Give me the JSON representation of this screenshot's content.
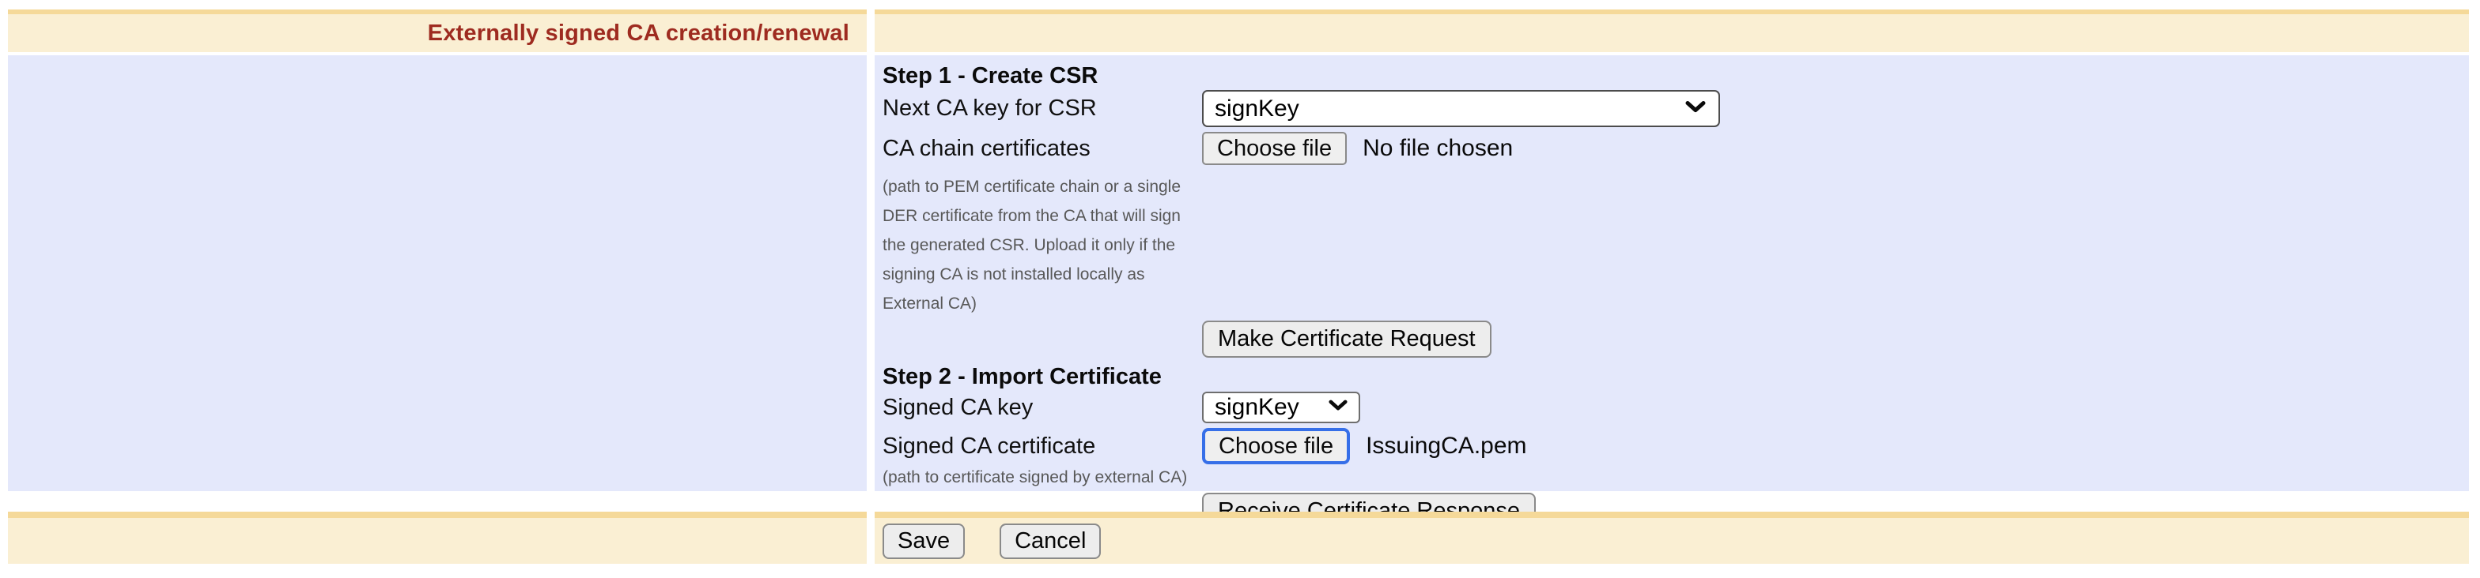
{
  "header": {
    "title": "Externally signed CA creation/renewal"
  },
  "step1": {
    "heading": "Step 1 - Create CSR",
    "next_ca_key_label": "Next CA key for CSR",
    "next_ca_key_value": "signKey",
    "ca_chain_label": "CA chain certificates",
    "choose_file_label": "Choose file",
    "file_status": "No file chosen",
    "hint": "(path to PEM certificate chain or a single DER certificate from the CA that will sign the generated CSR. Upload it only if the signing CA is not installed locally as External CA)",
    "make_request_label": "Make Certificate Request"
  },
  "step2": {
    "heading": "Step 2 - Import Certificate",
    "signed_key_label": "Signed CA key",
    "signed_key_value": "signKey",
    "signed_cert_label": "Signed CA certificate",
    "choose_file_label": "Choose file",
    "file_status": "IssuingCA.pem",
    "hint": "(path to certificate signed by external CA)",
    "receive_label": "Receive Certificate Response"
  },
  "footer": {
    "save_label": "Save",
    "cancel_label": "Cancel"
  },
  "icons": {
    "select_arrow": "chevron-down-icon"
  },
  "colors": {
    "title_red": "#9e2b20",
    "header_beige": "#faefd3",
    "header_band": "#f5d999",
    "panel_lavender": "#e4e8fb",
    "focus_blue": "#366fe8",
    "button_gray": "#ededed",
    "hint_gray": "#585858"
  }
}
